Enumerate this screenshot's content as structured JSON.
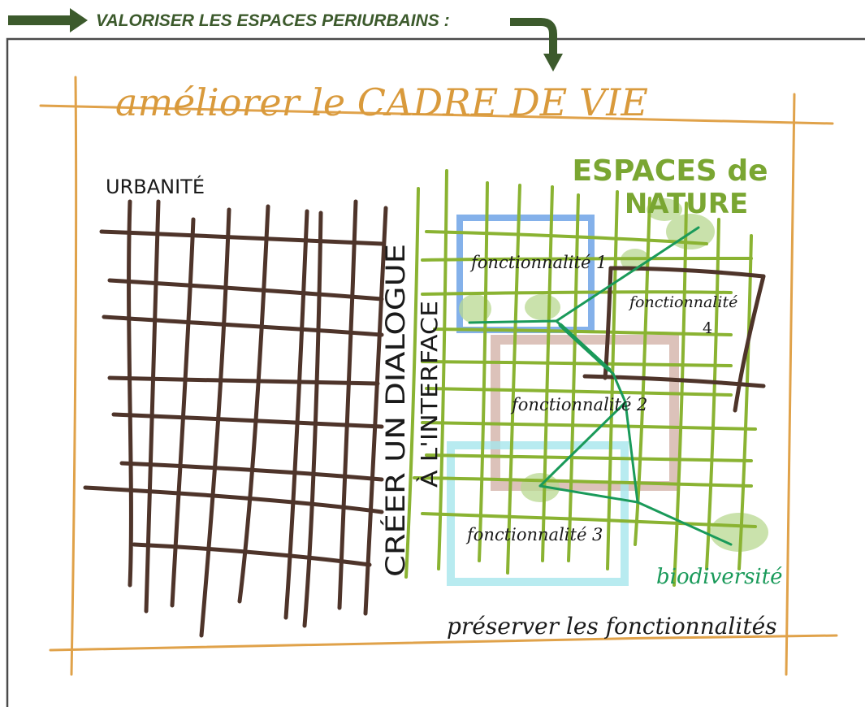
{
  "header": {
    "title": "VALORISER LES ESPACES PERIURBAINS :",
    "color": "#3c5a2c"
  },
  "sketch": {
    "title": "améliorer le CADRE DE VIE",
    "urban_label": "URBANITÉ",
    "nature_label_line1": "ESPACES de",
    "nature_label_line2": "NATURE",
    "interface_line1": "CRÉER UN DIALOGUE",
    "interface_line2": "À L'INTERFACE",
    "func1": "fonctionnalité 1",
    "func2": "fonctionnalité 2",
    "func3": "fonctionnalité 3",
    "func4_line1": "fonctionnalité",
    "func4_line2": "4",
    "biodiversity": "biodiversité",
    "preserve": "préserver les fonctionnalités",
    "colors": {
      "frame": "#e0a24a",
      "title": "#d99a3c",
      "urban_grid": "#4e342a",
      "nature_grid": "#8ab332",
      "nature_label": "#7aa632",
      "biodiversity": "#1a9a5a",
      "zone1": "#6fa3e6",
      "zone2": "#c49a8c",
      "zone3": "#a6e6ec",
      "zone4": "#4e342a",
      "patch": "#b8d890",
      "ink": "#1a1a1a"
    }
  }
}
